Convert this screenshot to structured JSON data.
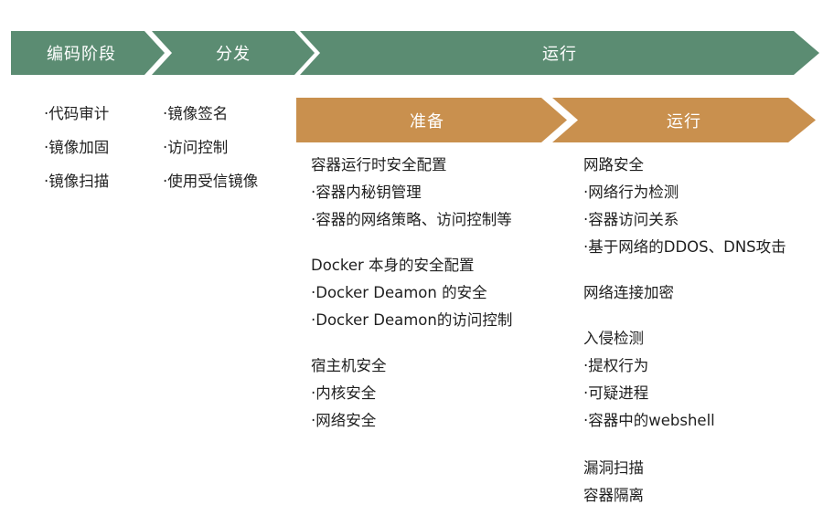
{
  "stages": {
    "code": "编码阶段",
    "distribute": "分发",
    "run": "运行"
  },
  "substages": {
    "prepare": "准备",
    "run": "运行"
  },
  "code_items": [
    "·代码审计",
    "·镜像加固",
    "·镜像扫描"
  ],
  "distribute_items": [
    "·镜像签名",
    "·访问控制",
    "·使用受信镜像"
  ],
  "prepare_groups": [
    {
      "title": "容器运行时安全配置",
      "items": [
        "·容器内秘钥管理",
        "·容器的网络策略、访问控制等"
      ]
    },
    {
      "title": "Docker 本身的安全配置",
      "items": [
        "·Docker Deamon 的安全",
        "·Docker Deamon的访问控制"
      ]
    },
    {
      "title": "宿主机安全",
      "items": [
        "·内核安全",
        "·网络安全"
      ]
    }
  ],
  "run_groups": [
    {
      "title": "网路安全",
      "items": [
        "·网络行为检测",
        "·容器访问关系",
        "·基于网络的DDOS、DNS攻击"
      ]
    },
    {
      "title": "网络连接加密",
      "items": []
    },
    {
      "title": "入侵检测",
      "items": [
        "·提权行为",
        "·可疑进程",
        "·容器中的webshell"
      ]
    },
    {
      "title": "漏洞扫描",
      "items": []
    },
    {
      "title": "容器隔离",
      "items": []
    }
  ],
  "colors": {
    "stage_green": "#5b8c72",
    "substage_orange": "#c9904e"
  }
}
